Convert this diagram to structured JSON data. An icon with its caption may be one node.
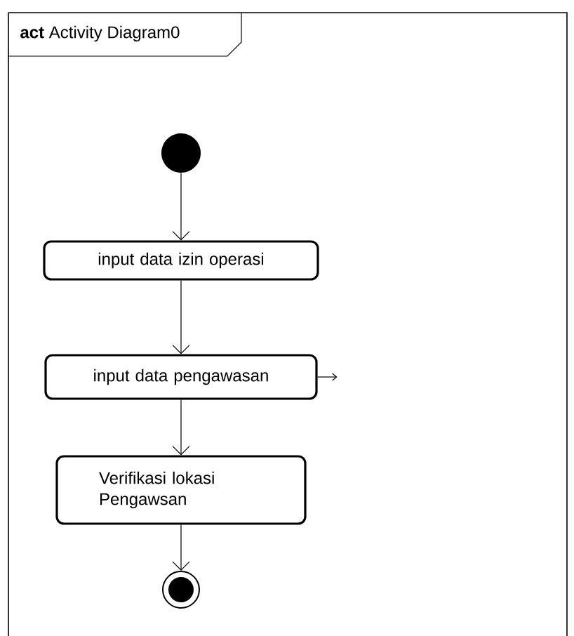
{
  "diagram": {
    "nodes": [
      {
        "text": [
          "**act** Activity Diagram0"
        ]
      },
      {
        "text": [],
        "shape": "circle",
        "in": 0
      },
      {
        "text": [
          "input data izin operasi"
        ],
        "in": 0
      },
      {
        "text": [
          "input data pengawasan"
        ],
        "in": 0
      },
      {
        "text": [
          "Verifikasi lokasi Pengawsan"
        ],
        "in": 0
      },
      {
        "text": [],
        "shape": "circle",
        "in": 0
      }
    ],
    "edges": [
      {
        "from": 1,
        "to": 2,
        "arrow": "to"
      },
      {
        "from": 2,
        "to": 3,
        "arrow": "to"
      },
      {
        "from": 3,
        "to": 4,
        "arrow": "to"
      },
      {
        "from": 4,
        "to": 5,
        "arrow": "to"
      },
      {
        "from": 3,
        "to": null,
        "arrow": "to"
      }
    ]
  }
}
